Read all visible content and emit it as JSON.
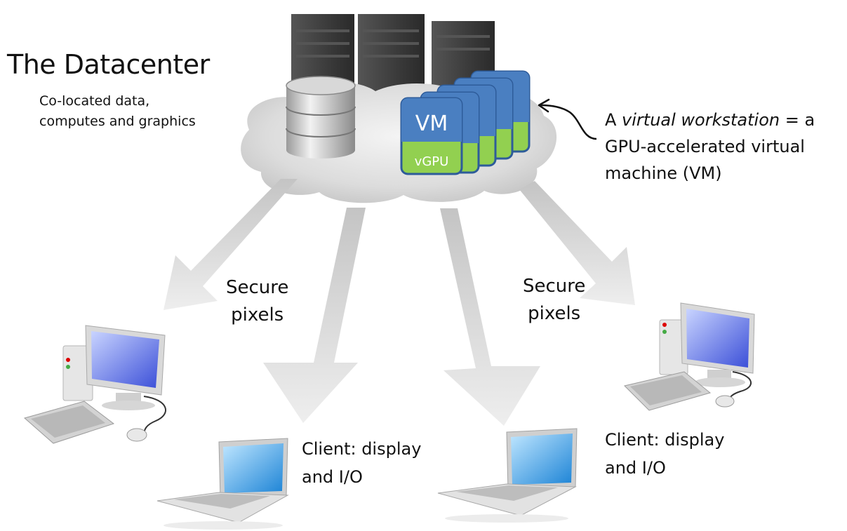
{
  "datacenter": {
    "title": "The Datacenter",
    "subtitle_lines": [
      "Co-located data,",
      "computes and graphics"
    ]
  },
  "virtual_workstation": {
    "prefix": "A ",
    "emphasis": "virtual workstation",
    "suffix": " = a",
    "line2": "GPU-accelerated virtual",
    "line3": "machine (VM)"
  },
  "vm_stack": {
    "vm_label": "VM",
    "vgpu_label": "vGPU"
  },
  "arrow_labels": [
    {
      "line1": "Secure",
      "line2": "pixels"
    },
    {
      "line1": "Secure",
      "line2": "pixels"
    }
  ],
  "client_labels": [
    {
      "line1": "Client: display",
      "line2": "and I/O"
    },
    {
      "line1": "Client: display",
      "line2": "and I/O"
    }
  ],
  "colors": {
    "vm_blue": "#4a7fc1",
    "vgpu_green": "#92d050",
    "card_border": "#2e5c9a",
    "arrow_gray": "#d6d6d6",
    "server_dark": "#3c3c3c"
  }
}
